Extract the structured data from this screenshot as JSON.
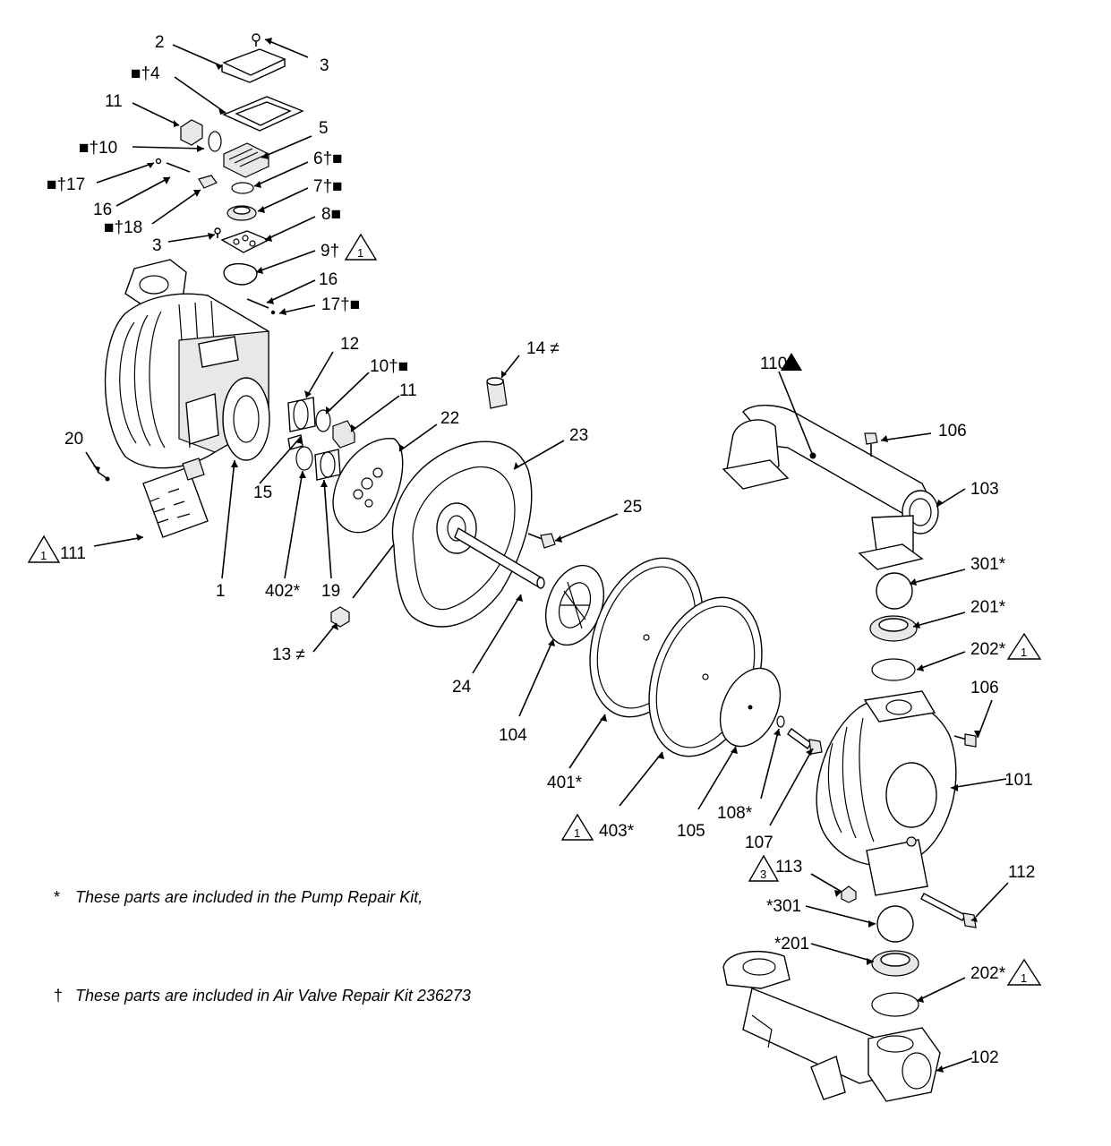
{
  "callouts": {
    "c2": "2",
    "c3a": "3",
    "c4": "■†4",
    "c11a": "11",
    "c5": "5",
    "c10a": "■†10",
    "c6": "6†■",
    "c17a": "■†17",
    "c7": "7†■",
    "c16a": "16",
    "c18": "■†18",
    "c8": "8■",
    "c3b": "3",
    "c9": "9†",
    "c16b": "16",
    "c17b": "17†■",
    "c12": "12",
    "c10b": "10†■",
    "c14": "14 ≠",
    "c11b": "11",
    "c110": "110",
    "c20": "20",
    "c22": "22",
    "c23": "23",
    "c106a": "106",
    "c103": "103",
    "c15": "15",
    "c25": "25",
    "c111": "111",
    "c1": "1",
    "c402": "402*",
    "c19": "19",
    "c301a": "301*",
    "c13": "13 ≠",
    "c201a": "201*",
    "c202a": "202*",
    "c24": "24",
    "c106b": "106",
    "c104": "104",
    "c101": "101",
    "c401": "401*",
    "c403": "403*",
    "c105": "105",
    "c108": "108*",
    "c107": "107",
    "c113": "113",
    "c112": "112",
    "c301b": "*301",
    "c201b": "*201",
    "c202b": "202*",
    "c102": "102"
  },
  "warning_marks": {
    "w9": "1",
    "w111": "1",
    "w202a": "1",
    "w403": "1",
    "w113": "3",
    "w202b": "1"
  },
  "notes": {
    "pump_kit_symbol": "*",
    "pump_kit_text": "These parts are included in the Pump Repair Kit,",
    "air_kit_symbol": "†",
    "air_kit_text": "These parts are included in Air Valve Repair Kit 236273"
  }
}
